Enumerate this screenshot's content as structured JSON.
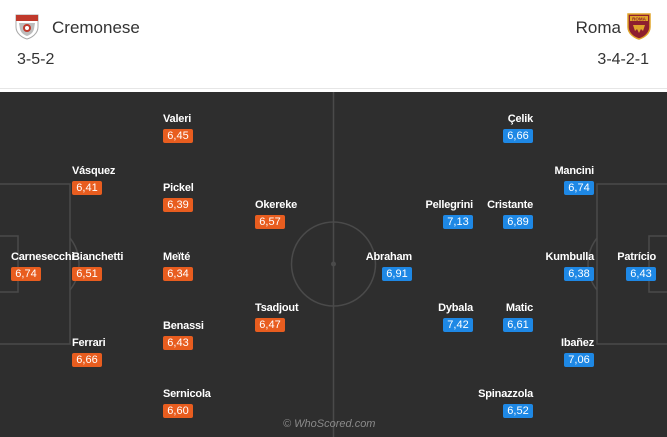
{
  "home": {
    "name": "Cremonese",
    "formation": "3-5-2",
    "players": [
      {
        "name": "Carnesecchi",
        "rating": "6,74"
      },
      {
        "name": "Vásquez",
        "rating": "6,41"
      },
      {
        "name": "Bianchetti",
        "rating": "6,51"
      },
      {
        "name": "Ferrari",
        "rating": "6,66"
      },
      {
        "name": "Valeri",
        "rating": "6,45"
      },
      {
        "name": "Pickel",
        "rating": "6,39"
      },
      {
        "name": "Meïté",
        "rating": "6,34"
      },
      {
        "name": "Benassi",
        "rating": "6,43"
      },
      {
        "name": "Sernicola",
        "rating": "6,60"
      },
      {
        "name": "Okereke",
        "rating": "6,57"
      },
      {
        "name": "Tsadjout",
        "rating": "6,47"
      }
    ]
  },
  "away": {
    "name": "Roma",
    "formation": "3-4-2-1",
    "logo_text": "ROMA",
    "players": [
      {
        "name": "Patrício",
        "rating": "6,43"
      },
      {
        "name": "Mancini",
        "rating": "6,74"
      },
      {
        "name": "Kumbulla",
        "rating": "6,38"
      },
      {
        "name": "Ibañez",
        "rating": "7,06"
      },
      {
        "name": "Çelik",
        "rating": "6,66"
      },
      {
        "name": "Cristante",
        "rating": "6,89"
      },
      {
        "name": "Matic",
        "rating": "6,61"
      },
      {
        "name": "Spinazzola",
        "rating": "6,52"
      },
      {
        "name": "Pellegrini",
        "rating": "7,13"
      },
      {
        "name": "Dybala",
        "rating": "7,42"
      },
      {
        "name": "Abraham",
        "rating": "6,91"
      }
    ]
  },
  "watermark": "© WhoScored.com",
  "colors": {
    "home_rating": "#e85d1f",
    "away_rating": "#1e88e5",
    "pitch": "#2e2e2e",
    "lines": "#4a4a4a"
  }
}
